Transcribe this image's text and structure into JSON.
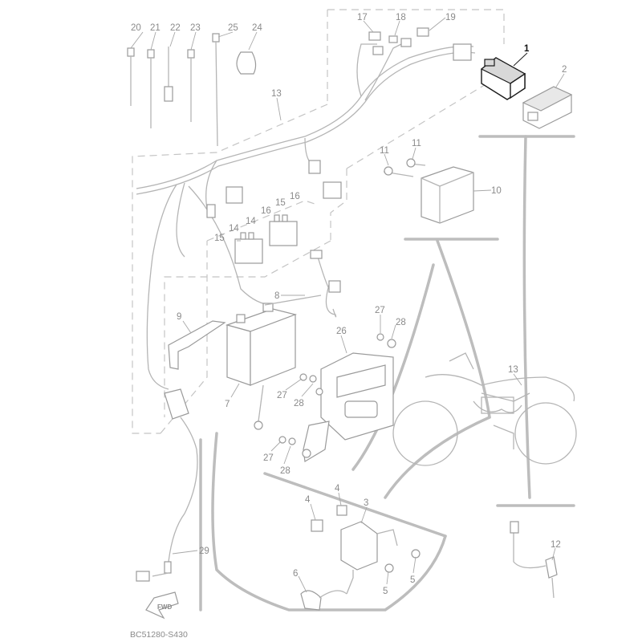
{
  "diagram": {
    "reference_code": "BC51280-S430",
    "direction_tag": "FWD",
    "highlighted_part": "1",
    "callouts": [
      {
        "id": "c1",
        "label": "1"
      },
      {
        "id": "c2",
        "label": "2"
      },
      {
        "id": "c3",
        "label": "3"
      },
      {
        "id": "c4a",
        "label": "4"
      },
      {
        "id": "c4b",
        "label": "4"
      },
      {
        "id": "c5a",
        "label": "5"
      },
      {
        "id": "c5b",
        "label": "5"
      },
      {
        "id": "c6",
        "label": "6"
      },
      {
        "id": "c7",
        "label": "7"
      },
      {
        "id": "c8",
        "label": "8"
      },
      {
        "id": "c9",
        "label": "9"
      },
      {
        "id": "c10",
        "label": "10"
      },
      {
        "id": "c11a",
        "label": "11"
      },
      {
        "id": "c11b",
        "label": "11"
      },
      {
        "id": "c12",
        "label": "12"
      },
      {
        "id": "c13a",
        "label": "13"
      },
      {
        "id": "c13b",
        "label": "13"
      },
      {
        "id": "c14a",
        "label": "14"
      },
      {
        "id": "c14b",
        "label": "14"
      },
      {
        "id": "c15a",
        "label": "15"
      },
      {
        "id": "c15b",
        "label": "15"
      },
      {
        "id": "c16a",
        "label": "16"
      },
      {
        "id": "c16b",
        "label": "16"
      },
      {
        "id": "c17",
        "label": "17"
      },
      {
        "id": "c18",
        "label": "18"
      },
      {
        "id": "c19",
        "label": "19"
      },
      {
        "id": "c20",
        "label": "20"
      },
      {
        "id": "c21",
        "label": "21"
      },
      {
        "id": "c22",
        "label": "22"
      },
      {
        "id": "c23",
        "label": "23"
      },
      {
        "id": "c24",
        "label": "24"
      },
      {
        "id": "c25",
        "label": "25"
      },
      {
        "id": "c26",
        "label": "26"
      },
      {
        "id": "c27a",
        "label": "27"
      },
      {
        "id": "c27b",
        "label": "27"
      },
      {
        "id": "c27c",
        "label": "27"
      },
      {
        "id": "c28a",
        "label": "28"
      },
      {
        "id": "c28b",
        "label": "28"
      },
      {
        "id": "c28c",
        "label": "28"
      },
      {
        "id": "c29",
        "label": "29"
      }
    ]
  }
}
